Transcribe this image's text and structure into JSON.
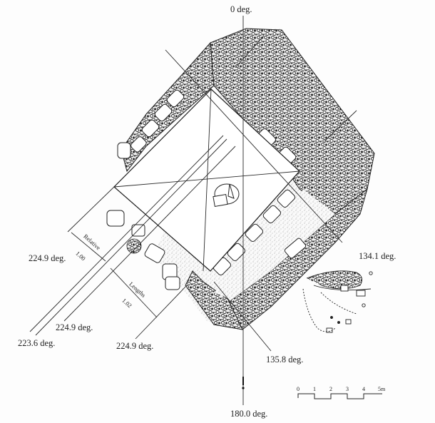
{
  "diagram": {
    "type": "archaeological-site-plan",
    "subject": "square stone-walled structure with orientation axes"
  },
  "bearings": {
    "north": "0 deg.",
    "south": "180.0 deg.",
    "axis_se_upper": "134.1 deg.",
    "axis_se_lower": "135.8 deg.",
    "axis_sw_left": "224.9 deg.",
    "axis_sw_mid": "224.9 deg.",
    "axis_sw_bottom": "224.9 deg.",
    "axis_sw_outer": "223.6 deg."
  },
  "measurement": {
    "relative_label": "Relative",
    "relative_value": "1.00",
    "lengths_label": "Lengths",
    "lengths_value": "1.02"
  },
  "scale_bar": {
    "ticks": [
      "0",
      "1",
      "2",
      "3",
      "4",
      "5m"
    ],
    "unit": "m"
  },
  "colors": {
    "ink": "#1e1e1e",
    "paper": "#fdfdfd",
    "stipple": "#8a8a8a"
  }
}
